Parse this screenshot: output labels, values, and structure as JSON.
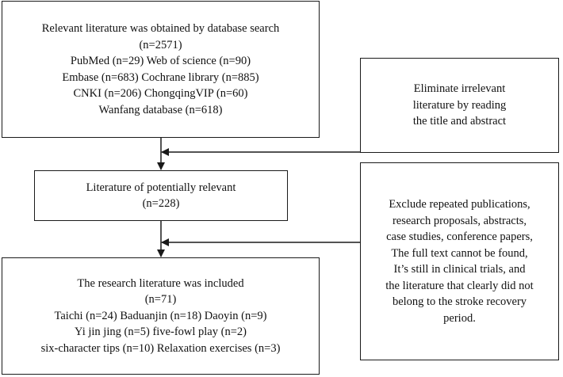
{
  "search_box": {
    "lines": [
      "Relevant literature was obtained by database search",
      "(n=2571)",
      "PubMed (n=29) Web of science (n=90)",
      "Embase (n=683) Cochrane library (n=885)",
      "CNKI (n=206) ChongqingVIP (n=60)",
      "Wanfang database (n=618)"
    ]
  },
  "eliminate_box": {
    "lines": [
      "Eliminate irrelevant",
      "literature by reading",
      "the title and abstract"
    ]
  },
  "relevant_box": {
    "lines": [
      "Literature of potentially relevant",
      "(n=228)"
    ]
  },
  "exclude_box": {
    "lines": [
      "Exclude repeated publications,",
      "research proposals, abstracts,",
      "case studies, conference papers,",
      "The full text cannot be found,",
      "It’s still in clinical trials, and",
      "the literature that clearly did not",
      "belong to the stroke recovery",
      "period."
    ]
  },
  "included_box": {
    "lines": [
      "The research literature was included",
      "(n=71)",
      "Taichi (n=24) Baduanjin (n=18) Daoyin (n=9)",
      "Yi jin jing (n=5) five-fowl play (n=2)",
      "six-character tips (n=10) Relaxation exercises (n=3)"
    ]
  }
}
